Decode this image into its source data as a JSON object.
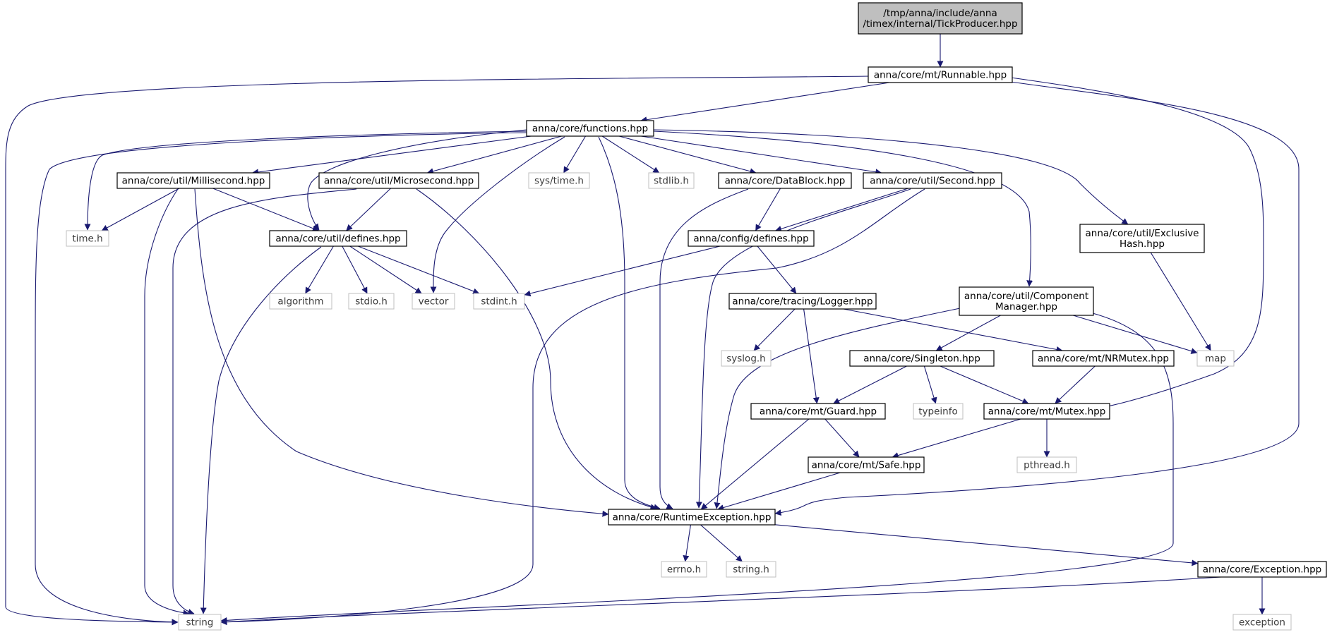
{
  "diagram": {
    "type": "include-dependency-graph",
    "colors": {
      "edge": "#191970",
      "root_fill": "#bfbfbf",
      "header_border": "#000000",
      "system_border": "#bfbfbf",
      "text": "#000000"
    },
    "nodes": [
      {
        "id": "root",
        "lines": [
          "/tmp/anna/include/anna",
          "/timex/internal/TickProducer.hpp"
        ],
        "kind": "root"
      },
      {
        "id": "runnable",
        "lines": [
          "anna/core/mt/Runnable.hpp"
        ],
        "kind": "header"
      },
      {
        "id": "functions",
        "lines": [
          "anna/core/functions.hpp"
        ],
        "kind": "header"
      },
      {
        "id": "millisecond",
        "lines": [
          "anna/core/util/Millisecond.hpp"
        ],
        "kind": "header"
      },
      {
        "id": "microsecond",
        "lines": [
          "anna/core/util/Microsecond.hpp"
        ],
        "kind": "header"
      },
      {
        "id": "systime",
        "lines": [
          "sys/time.h"
        ],
        "kind": "system"
      },
      {
        "id": "stdlib",
        "lines": [
          "stdlib.h"
        ],
        "kind": "system"
      },
      {
        "id": "datablock",
        "lines": [
          "anna/core/DataBlock.hpp"
        ],
        "kind": "header"
      },
      {
        "id": "second",
        "lines": [
          "anna/core/util/Second.hpp"
        ],
        "kind": "header"
      },
      {
        "id": "timeh",
        "lines": [
          "time.h"
        ],
        "kind": "system"
      },
      {
        "id": "utildefines",
        "lines": [
          "anna/core/util/defines.hpp"
        ],
        "kind": "header"
      },
      {
        "id": "configdefines",
        "lines": [
          "anna/config/defines.hpp"
        ],
        "kind": "header"
      },
      {
        "id": "exclusivehash",
        "lines": [
          "anna/core/util/Exclusive",
          "Hash.hpp"
        ],
        "kind": "header"
      },
      {
        "id": "algorithm",
        "lines": [
          "algorithm"
        ],
        "kind": "system"
      },
      {
        "id": "stdio",
        "lines": [
          "stdio.h"
        ],
        "kind": "system"
      },
      {
        "id": "vector",
        "lines": [
          "vector"
        ],
        "kind": "system"
      },
      {
        "id": "stdint",
        "lines": [
          "stdint.h"
        ],
        "kind": "system"
      },
      {
        "id": "logger",
        "lines": [
          "anna/core/tracing/Logger.hpp"
        ],
        "kind": "header"
      },
      {
        "id": "componentmanager",
        "lines": [
          "anna/core/util/Component",
          "Manager.hpp"
        ],
        "kind": "header"
      },
      {
        "id": "syslog",
        "lines": [
          "syslog.h"
        ],
        "kind": "system"
      },
      {
        "id": "singleton",
        "lines": [
          "anna/core/Singleton.hpp"
        ],
        "kind": "header"
      },
      {
        "id": "nrmutex",
        "lines": [
          "anna/core/mt/NRMutex.hpp"
        ],
        "kind": "header"
      },
      {
        "id": "map",
        "lines": [
          "map"
        ],
        "kind": "system"
      },
      {
        "id": "guard",
        "lines": [
          "anna/core/mt/Guard.hpp"
        ],
        "kind": "header"
      },
      {
        "id": "typeinfo",
        "lines": [
          "typeinfo"
        ],
        "kind": "system"
      },
      {
        "id": "mutex",
        "lines": [
          "anna/core/mt/Mutex.hpp"
        ],
        "kind": "header"
      },
      {
        "id": "safe",
        "lines": [
          "anna/core/mt/Safe.hpp"
        ],
        "kind": "header"
      },
      {
        "id": "pthread",
        "lines": [
          "pthread.h"
        ],
        "kind": "system"
      },
      {
        "id": "runtimeexception",
        "lines": [
          "anna/core/RuntimeException.hpp"
        ],
        "kind": "header"
      },
      {
        "id": "errno",
        "lines": [
          "errno.h"
        ],
        "kind": "system"
      },
      {
        "id": "stringh",
        "lines": [
          "string.h"
        ],
        "kind": "system"
      },
      {
        "id": "exception_hpp",
        "lines": [
          "anna/core/Exception.hpp"
        ],
        "kind": "header"
      },
      {
        "id": "string",
        "lines": [
          "string"
        ],
        "kind": "system"
      },
      {
        "id": "exception",
        "lines": [
          "exception"
        ],
        "kind": "system"
      }
    ],
    "edges": [
      [
        "root",
        "runnable"
      ],
      [
        "runnable",
        "functions"
      ],
      [
        "runnable",
        "string"
      ],
      [
        "runnable",
        "mutex"
      ],
      [
        "runnable",
        "runtimeexception"
      ],
      [
        "functions",
        "millisecond"
      ],
      [
        "functions",
        "microsecond"
      ],
      [
        "functions",
        "systime"
      ],
      [
        "functions",
        "stdlib"
      ],
      [
        "functions",
        "datablock"
      ],
      [
        "functions",
        "second"
      ],
      [
        "functions",
        "timeh"
      ],
      [
        "functions",
        "utildefines"
      ],
      [
        "functions",
        "vector"
      ],
      [
        "functions",
        "string"
      ],
      [
        "functions",
        "runtimeexception"
      ],
      [
        "functions",
        "componentmanager"
      ],
      [
        "functions",
        "exclusivehash"
      ],
      [
        "millisecond",
        "timeh"
      ],
      [
        "millisecond",
        "utildefines"
      ],
      [
        "millisecond",
        "string"
      ],
      [
        "millisecond",
        "runtimeexception"
      ],
      [
        "microsecond",
        "utildefines"
      ],
      [
        "microsecond",
        "string"
      ],
      [
        "microsecond",
        "runtimeexception"
      ],
      [
        "datablock",
        "configdefines"
      ],
      [
        "datablock",
        "runtimeexception"
      ],
      [
        "second",
        "configdefines"
      ],
      [
        "second",
        "runtimeexception"
      ],
      [
        "second",
        "string"
      ],
      [
        "utildefines",
        "algorithm"
      ],
      [
        "utildefines",
        "stdio"
      ],
      [
        "utildefines",
        "vector"
      ],
      [
        "utildefines",
        "stdint"
      ],
      [
        "utildefines",
        "string"
      ],
      [
        "configdefines",
        "stdint"
      ],
      [
        "configdefines",
        "logger"
      ],
      [
        "exclusivehash",
        "map"
      ],
      [
        "logger",
        "syslog"
      ],
      [
        "logger",
        "guard"
      ],
      [
        "logger",
        "nrmutex"
      ],
      [
        "componentmanager",
        "singleton"
      ],
      [
        "componentmanager",
        "map"
      ],
      [
        "componentmanager",
        "runtimeexception"
      ],
      [
        "componentmanager",
        "string"
      ],
      [
        "singleton",
        "guard"
      ],
      [
        "singleton",
        "typeinfo"
      ],
      [
        "singleton",
        "mutex"
      ],
      [
        "nrmutex",
        "mutex"
      ],
      [
        "guard",
        "safe"
      ],
      [
        "guard",
        "runtimeexception"
      ],
      [
        "mutex",
        "safe"
      ],
      [
        "mutex",
        "pthread"
      ],
      [
        "safe",
        "runtimeexception"
      ],
      [
        "runtimeexception",
        "errno"
      ],
      [
        "runtimeexception",
        "stringh"
      ],
      [
        "runtimeexception",
        "exception_hpp"
      ],
      [
        "exception_hpp",
        "string"
      ],
      [
        "exception_hpp",
        "exception"
      ]
    ]
  }
}
